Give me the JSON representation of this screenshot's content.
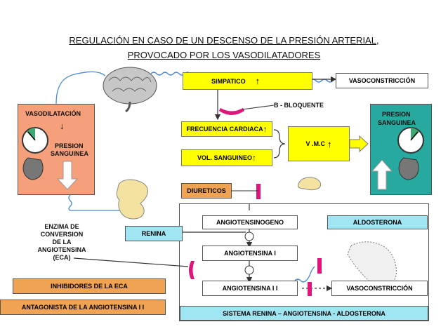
{
  "title": {
    "line1": "REGULACIÓN EN CASO DE UN DESCENSO DE LA PRESIÓN ARTERIAL,",
    "line2": "PROVOCADO POR LOS VASODILATADORES"
  },
  "nodes": {
    "simpatico": "SIMPATICO",
    "vasoconstriccion_top": "VASOCONSTRICCIÓN",
    "b_bloquente": "B - BLOQUENTE",
    "frecuencia_cardiaca": "FRECUENCIA CARDIACA",
    "vol_sanguineo": "VOL. SANGUINEO",
    "vmc": "V .M.C",
    "diureticos": "DIURETICOS",
    "angiotensinogeno": "ANGIOTENSINOGENO",
    "aldosterona": "ALDOSTERONA",
    "renina": "RENINA",
    "angiotensina_1": "ANGIOTENSINA I",
    "angiotensina_2": "ANGIOTENSINA I I",
    "vasoconstriccion_bottom": "VASOCONSTRICCIÓN",
    "sistema": "SISTEMA RENINA – ANGIOTENSINA - ALDOSTERONA",
    "inhibidores": "INHIBIDORES DE LA ECA",
    "antagonista": "ANTAGONISTA DE LA ANGIOTENSINA I I"
  },
  "left_panel": {
    "vasodilatacion": "VASODILATACIÓN",
    "presion_1": "PRESION",
    "presion_2": "SANGUINEA"
  },
  "right_panel": {
    "presion_1": "PRESION",
    "presion_2": "SANGUINEA"
  },
  "eca_label": {
    "l1": "ENZIMA DE",
    "l2": "CONVERSION",
    "l3": "DE LA",
    "l4": "ANGIOTENSINA",
    "l5": "(ECA)"
  },
  "up_arrow": "↑",
  "colors": {
    "yellow": "#ffff00",
    "cyan_box": "#9fe6f2",
    "salmon_panel": "#f5a07a",
    "teal_panel": "#27a9a0",
    "blocker": "#e0157a",
    "orange_box": "#f0a453"
  }
}
